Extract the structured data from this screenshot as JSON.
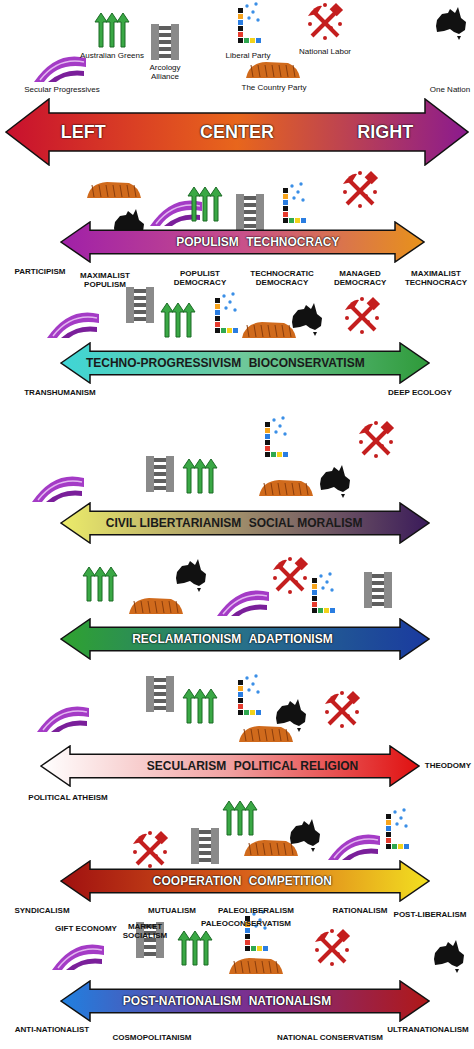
{
  "diagram": {
    "nodes": [
      {
        "text": [
          "LEFT",
          "CENTER",
          "RIGHT"
        ]
      },
      {
        "text": [
          "POPULISM",
          "TECHNOCRACY"
        ]
      },
      {
        "text": [
          "TECHNO-PROGRESSIVISM",
          "BIOCONSERVATISM"
        ]
      },
      {
        "text": [
          "CIVIL LIBERTARIANISM",
          "SOCIAL MORALISM"
        ]
      },
      {
        "text": [
          "RECLAMATIONISM",
          "ADAPTIONISM"
        ]
      },
      {
        "text": [
          "SECULARISM",
          "POLITICAL RELIGION"
        ]
      },
      {
        "text": [
          "COOPERATION",
          "COMPETITION"
        ]
      },
      {
        "text": [
          "POST-NATIONALISM",
          "NATIONALISM"
        ]
      }
    ],
    "labels": [
      "Australian Greens",
      "Arcology Alliance",
      "Liberal Party",
      "National Labor",
      "Secular Progressives",
      "The Country Party",
      "One Nation",
      "PARTICIPISM",
      "MAXIMALIST POPULISM",
      "POPULIST DEMOCRACY",
      "TECHNOCRATIC DEMOCRACY",
      "MANAGED DEMOCRACY",
      "MAXIMALIST TECHNOCRACY",
      "TRANSHUMANISM",
      "DEEP ECOLOGY",
      "POLITICAL ATHEISM",
      "THEODOMY",
      "SYNDICALISM",
      "GIFT ECONOMY",
      "MUTUALISM",
      "MARKET SOCIALISM",
      "PALEOLIBERALISM",
      "PALEOCONSERVATISM",
      "RATIONALISM",
      "POST-LIBERALISM",
      "ANTI-NATIONALIST",
      "COSMOPOLITANISM",
      "NATIONAL CONSERVATISM",
      "ULTRANATIONALISM"
    ]
  }
}
